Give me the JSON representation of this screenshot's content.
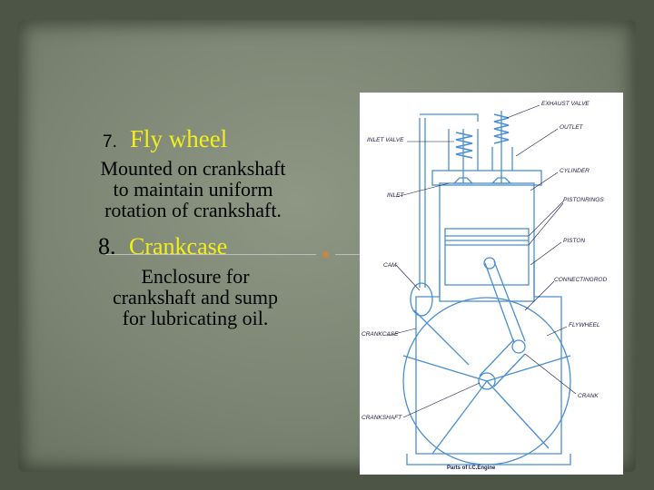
{
  "slide": {
    "item7": {
      "number": "7.",
      "title": "Fly wheel",
      "description_lines": [
        "Mounted on crankshaft",
        "to maintain uniform",
        "rotation of crankshaft."
      ]
    },
    "item8": {
      "number": "8.",
      "title": "Crankcase",
      "description_lines": [
        "Enclosure for",
        "crankshaft and sump",
        "for lubricating oil."
      ]
    }
  },
  "diagram": {
    "caption": "Parts  of  I.C.Engine",
    "labels": {
      "exhaust_valve": "EXHAUST VALVE",
      "outlet": "OUTLET",
      "inlet_valve": "INLET VALVE",
      "cylinder": "CYLINDER",
      "inlet": "INLET",
      "piston_rings": "PISTONRINGS",
      "piston": "PISTON",
      "cam": "CAM",
      "connecting_rod": "CONNECTINGROD",
      "flywheel": "FLYWHEEL",
      "crankcase": "CRANKCASE",
      "crank": "CRANK",
      "crankshaft": "CRANKSHAFT"
    }
  },
  "colors": {
    "heading": "#f2ee1c",
    "accent_dot": "#c9873e",
    "diagram_line": "#4a8fd1"
  }
}
